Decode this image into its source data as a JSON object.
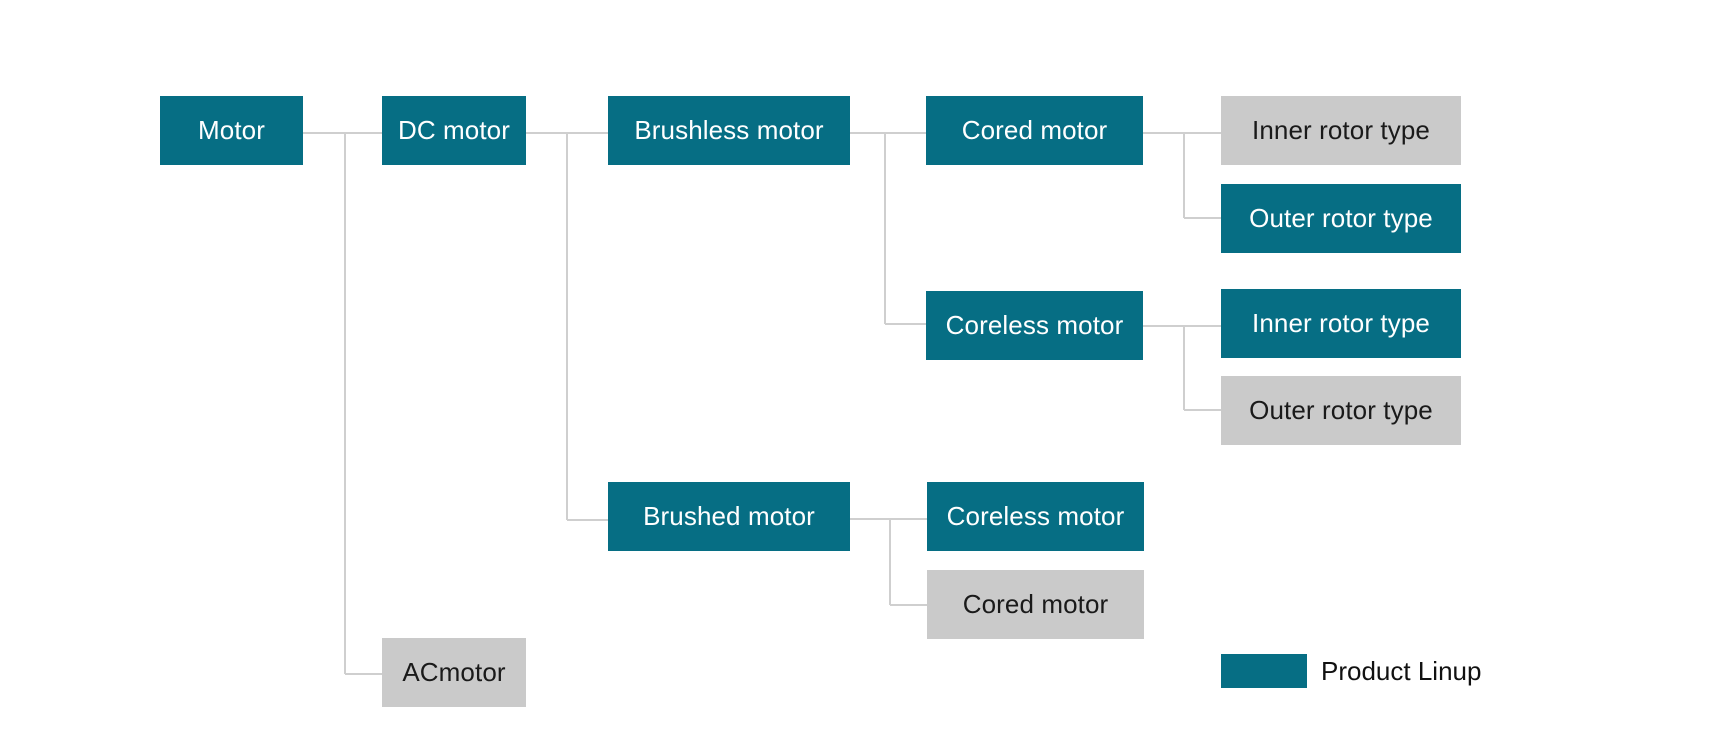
{
  "colors": {
    "product": "#066e84",
    "other": "#cacaca",
    "connector": "#cfcfcf"
  },
  "nodes": {
    "motor": "Motor",
    "dc_motor": "DC motor",
    "ac_motor": "ACmotor",
    "brushless_motor": "Brushless motor",
    "brushed_motor": "Brushed motor",
    "brushless_cored": "Cored motor",
    "brushless_coreless": "Coreless motor",
    "brushless_cored_inner": "Inner rotor type",
    "brushless_cored_outer": "Outer rotor type",
    "brushless_coreless_inner": "Inner rotor type",
    "brushless_coreless_outer": "Outer rotor type",
    "brushed_coreless": "Coreless motor",
    "brushed_cored": "Cored motor"
  },
  "legend": {
    "label": "Product Linup"
  }
}
